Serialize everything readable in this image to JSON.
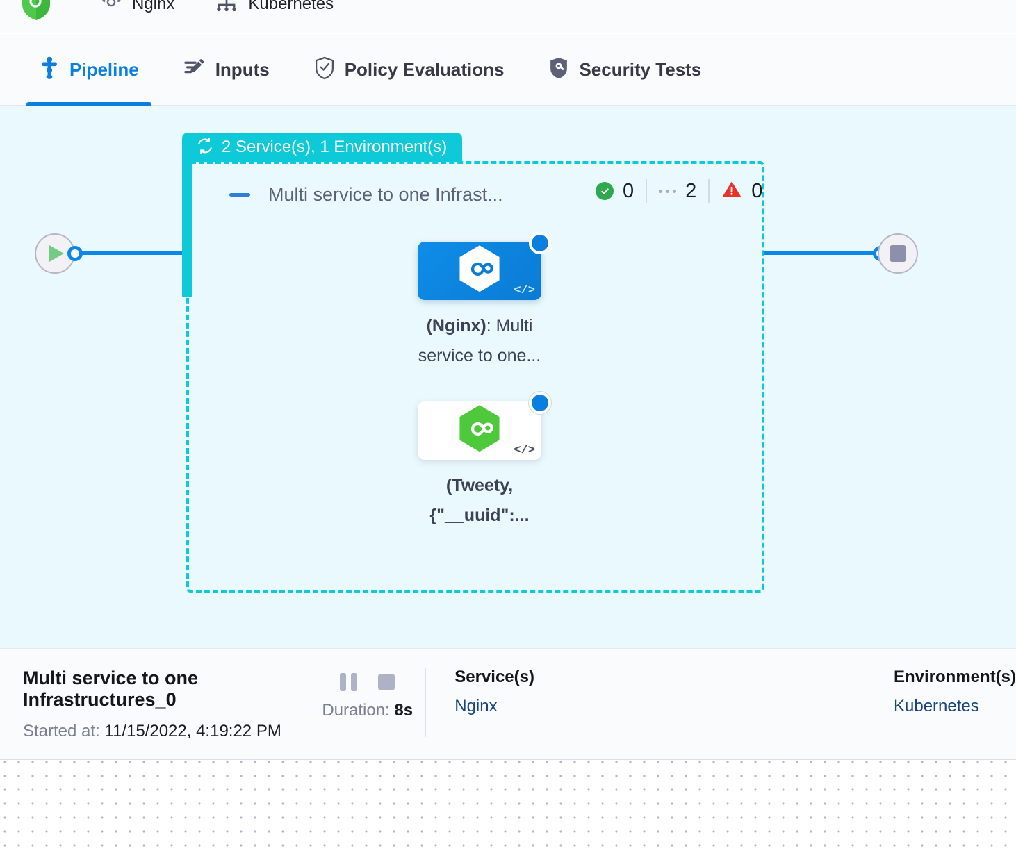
{
  "topbar": {
    "items": [
      {
        "icon": "shield-logo-icon",
        "label": ""
      },
      {
        "icon": "gear-icon",
        "label": "Nginx"
      },
      {
        "icon": "kubernetes-icon",
        "label": "Kubernetes"
      }
    ]
  },
  "tabs": [
    {
      "id": "pipeline",
      "label": "Pipeline",
      "icon": "pipeline-icon",
      "active": true
    },
    {
      "id": "inputs",
      "label": "Inputs",
      "icon": "pencil-edit-icon",
      "active": false
    },
    {
      "id": "policy-evaluations",
      "label": "Policy Evaluations",
      "icon": "shield-check-icon",
      "active": false
    },
    {
      "id": "security-tests",
      "label": "Security Tests",
      "icon": "shield-lock-icon",
      "active": false
    }
  ],
  "pipeline": {
    "group": {
      "header_label": "2 Service(s), 1 Environment(s)",
      "header_icon": "loop-repeat-icon",
      "title": "Multi service to one Infrast...",
      "status": {
        "success_label": "0",
        "running_label": "2",
        "error_label": "0"
      }
    },
    "nodes": [
      {
        "id": "nginx-node",
        "icon": "service-hexagon-infinity-icon",
        "badge": "spinner-running-badge",
        "code_glyph": "</>",
        "label_bold": "(Nginx)",
        "label_rest": ": Multi service to one..."
      },
      {
        "id": "tweety-node",
        "icon": "service-hexagon-infinity-icon",
        "badge": "solid-running-badge",
        "code_glyph": "</>",
        "label_bold": "(Tweety, {\"__uuid\":...",
        "label_rest": ""
      }
    ],
    "start_node": {
      "icon": "play-icon"
    },
    "end_node": {
      "icon": "stop-icon"
    }
  },
  "detail": {
    "title": "Multi service to one Infrastructures_0",
    "started_at_label": "Started at:",
    "started_at_value": "11/15/2022, 4:19:22 PM",
    "duration_label": "Duration:",
    "duration_value": "8s",
    "columns": [
      {
        "head": "Service(s)",
        "link": "Nginx"
      },
      {
        "head": "Environment(s)",
        "link": "Kubernetes"
      }
    ]
  },
  "colors": {
    "accent_blue": "#0a7fe0",
    "group_teal": "#0ec9d8",
    "canvas_bg": "#eaf9fd",
    "success_green": "#2fa94f",
    "error_red": "#e8322a",
    "link_navy": "#17457c"
  }
}
